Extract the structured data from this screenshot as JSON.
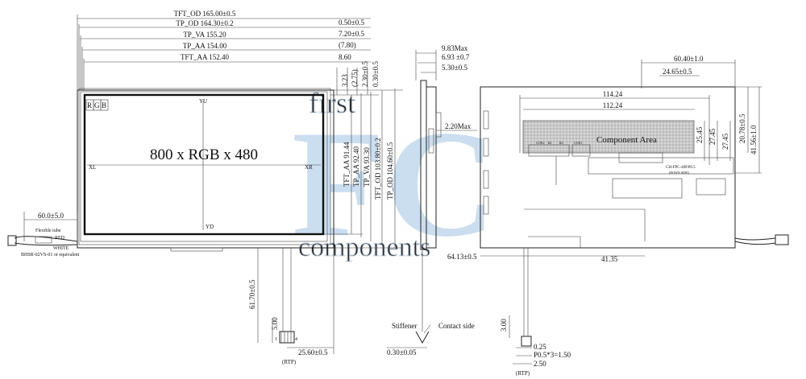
{
  "front": {
    "tft_od": "TFT_OD 165.00±0.5",
    "tp_od": "TP_OD 164.30±0.2",
    "tp_va": "TP_VA 155.20",
    "tp_aa": "TP_AA 154.00",
    "tft_aa": "TFT_AA 152.40",
    "right_offsets": [
      "0.50±0.5",
      "7.20±0.5",
      "(7.80)",
      "8.60"
    ],
    "top_offsets": [
      "3.23",
      "(2.75)",
      "2.30±0.5",
      "0.30±0.5"
    ],
    "v_dims": [
      "TFT_AA 91.44",
      "TP_AA 92.40",
      "TP_VA 93.30",
      "TFT_OD 103.80±0.2",
      "TP_OD 104.60±0.5"
    ],
    "resolution": "800 x RGB x 480",
    "rgb": [
      "R",
      "G",
      "B"
    ],
    "axis": {
      "yu": "YU",
      "yd": "YD",
      "xl": "XL",
      "xr": "XR"
    },
    "cable": {
      "length": "60.0±5.0",
      "tube": "Flexible tube",
      "red": "RED",
      "white": "WHITE",
      "connector": "BHSR-02VS-01  or equivalent"
    },
    "fpc": {
      "length": "61.70±0.5",
      "tab": "5.00",
      "pin1": "1",
      "pin4": "4",
      "offset": "25.60±0.5",
      "rtp": "(RTP)"
    }
  },
  "side": {
    "max_total": "9.83Max",
    "d1": "6.93 ±0.7",
    "d2": "5.30±0.5",
    "d3": "2.20Max",
    "stiffener": "Stiffener",
    "contact": "Contact side",
    "thickness": "0.30±0.05"
  },
  "back": {
    "top_dim": "60.40±1.0",
    "d2": "24.65±0.5",
    "w1": "114.24",
    "w2": "112.24",
    "h1": "20.78±0.5",
    "h2": "41.56±1.0",
    "h3": "25.45",
    "h4": "27.45",
    "h5": "27.45",
    "component_area": "Component Area",
    "fpc_label": "CH-FPC-40P.P0.5",
    "down_side": "(DOWN SIDE)",
    "bottom_dim": "64.13±0.5",
    "bottom_dim2": "41.35",
    "tab": "3.00",
    "pitch1": "0.25",
    "pitch2": "P0.5*3=1.50",
    "pitch3": "2.50",
    "rtp": "(RTP)",
    "chip_labels": [
      "CON2",
      "R1",
      "R2",
      "CON1"
    ]
  },
  "watermark": {
    "brand": "first",
    "letters": "FC",
    "sub": "components"
  }
}
